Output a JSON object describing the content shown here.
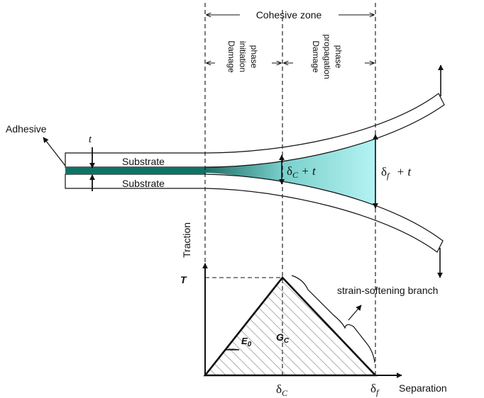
{
  "zone": {
    "cohesive": "Cohesive zone",
    "initiation": [
      "Damage",
      "initiation",
      "phase"
    ],
    "propagation": [
      "Damage",
      "propagation",
      "phase"
    ]
  },
  "joint": {
    "adhesive": "Adhesive",
    "thickness": "t",
    "substrate_top": "Substrate",
    "substrate_bottom": "Substrate",
    "opening_c": {
      "base": "δ",
      "sub": "C",
      "tail": " + t"
    },
    "opening_f": {
      "base": "δ",
      "sub": "f",
      "tail": " + t"
    }
  },
  "law": {
    "y_axis": "Traction",
    "x_axis": "Separation",
    "peak": "T",
    "stiffness": {
      "base": "E",
      "sub": "0"
    },
    "energy": {
      "base": "G",
      "sub": "C"
    },
    "branch": "strain-softening branch",
    "x_ticks": [
      {
        "base": "δ",
        "sub": "C"
      },
      {
        "base": "δ",
        "sub": "f"
      }
    ]
  },
  "colors": {
    "adhesive": "#0e7366",
    "cohesive_fill_light": "#b4f3f3",
    "cohesive_fill_dark": "#1f6e68",
    "hatch": "#9a9a9a",
    "line": "#111111"
  }
}
